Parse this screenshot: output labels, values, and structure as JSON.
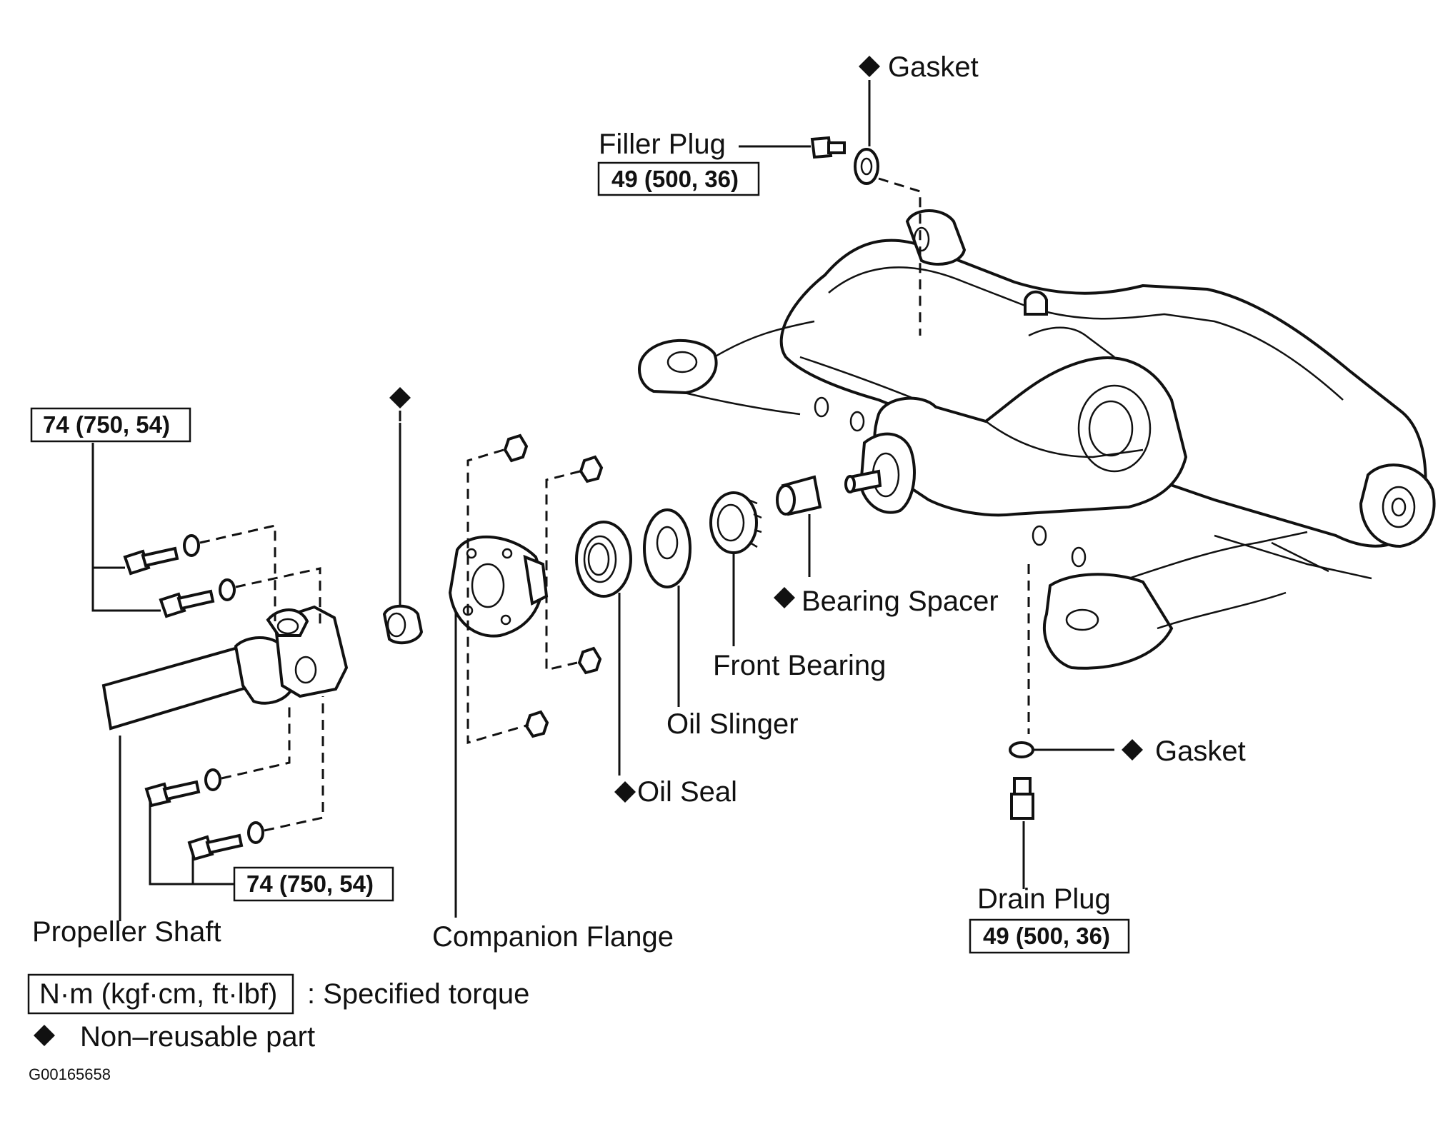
{
  "labels": {
    "gasket_top": "Gasket",
    "filler_plug": "Filler Plug",
    "bearing_spacer": "Bearing Spacer",
    "front_bearing": "Front Bearing",
    "oil_slinger": "Oil Slinger",
    "oil_seal": "Oil Seal",
    "gasket_bottom": "Gasket",
    "drain_plug": "Drain Plug",
    "propeller_shaft": "Propeller Shaft",
    "companion_flange": "Companion Flange"
  },
  "torques": {
    "filler_plug": "49 (500, 36)",
    "propeller_upper": "74 (750, 54)",
    "propeller_lower": "74 (750, 54)",
    "drain_plug": "49 (500, 36)"
  },
  "legend": {
    "torque_unit": "N·m (kgf·cm, ft·lbf)",
    "torque_desc": ": Specified torque",
    "nonreusable_desc": "Non–reusable part"
  },
  "figure_id": "G00165658",
  "icons": {
    "non_reusable": "diamond-icon"
  }
}
